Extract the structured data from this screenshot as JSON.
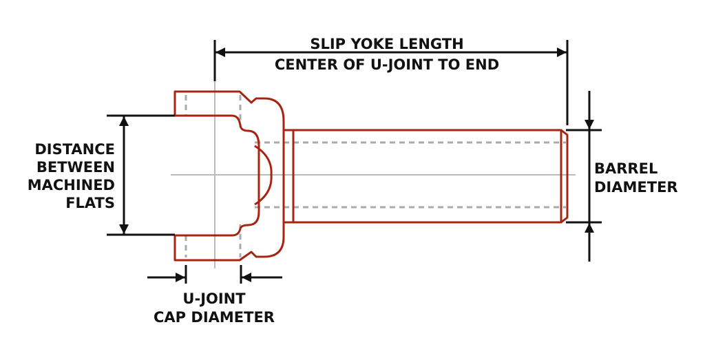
{
  "labels": {
    "slip_yoke_line1": "SLIP YOKE LENGTH",
    "slip_yoke_line2": "CENTER OF U-JOINT TO END",
    "flats_line1": "DISTANCE",
    "flats_line2": "BETWEEN",
    "flats_line3": "MACHINED",
    "flats_line4": "FLATS",
    "barrel_line1": "BARREL",
    "barrel_line2": "DIAMETER",
    "cap_line1": "U-JOINT",
    "cap_line2": "CAP DIAMETER"
  },
  "colors": {
    "part_outline": "#a82410",
    "dimension": "#111111",
    "centerline": "#bbbbbb",
    "hidden_line": "#aaaaaa"
  }
}
